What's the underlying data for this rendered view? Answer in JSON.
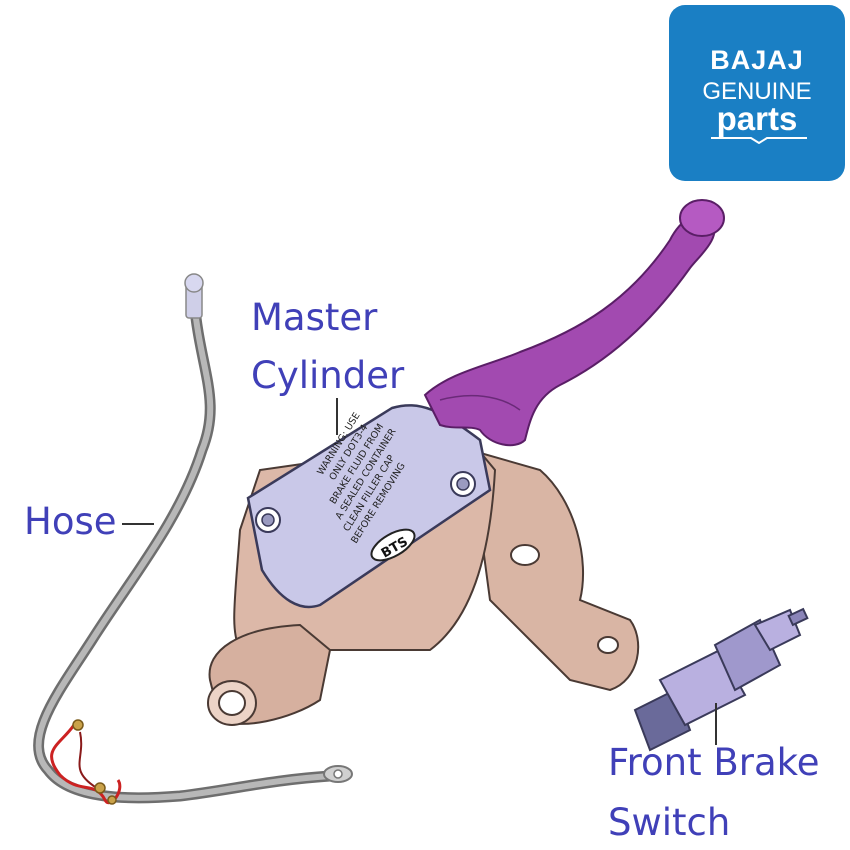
{
  "logo": {
    "brand": "BAJAJ",
    "line2": "GENUINE",
    "line3": "parts"
  },
  "labels": {
    "master_cylinder_line1": "Master",
    "master_cylinder_line2": "Cylinder",
    "hose": "Hose",
    "switch_line1": "Front Brake",
    "switch_line2": "Switch"
  },
  "cap_warning": [
    "WARNING: USE",
    "ONLY DOT3-4",
    "BRAKE FLUID FROM",
    "A SEALED CONTAINER",
    "CLEAN FILLER CAP",
    "BEFORE REMOVING"
  ],
  "cap_badge": "BTS",
  "colors": {
    "label_text": "#4040b8",
    "logo_bg": "#1a7fc4",
    "lever": "#a24ab0",
    "body": "#dcb8a8",
    "cap": "#c9c8e8",
    "switch": "#b9b0e0",
    "hose": "#9a9a9a"
  }
}
